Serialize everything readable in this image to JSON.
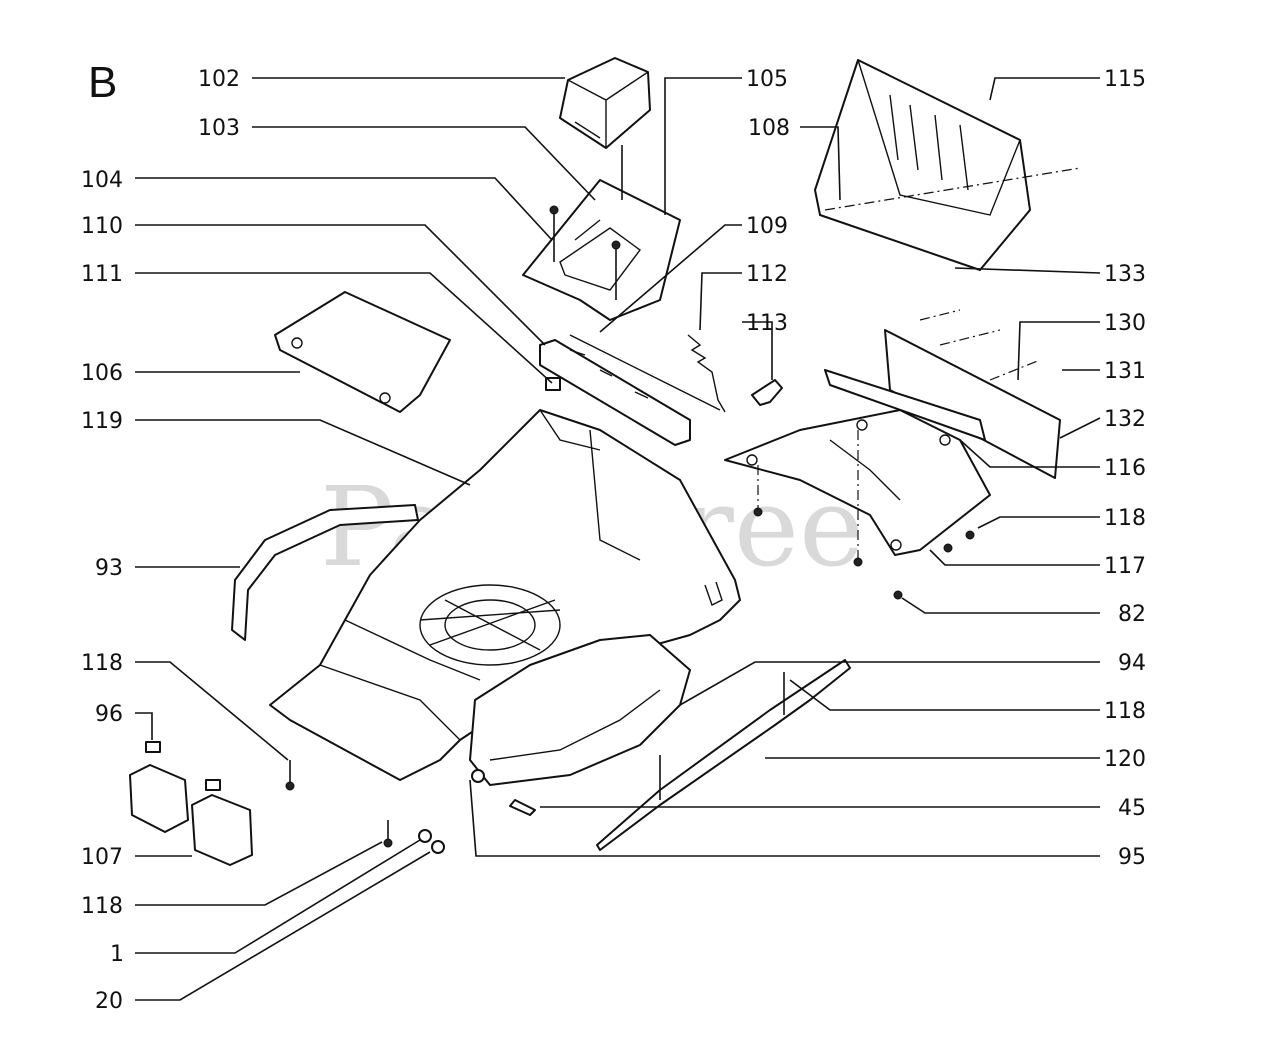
{
  "section_label": "B",
  "watermark": "PartsTree",
  "labels": {
    "l102": "102",
    "l103": "103",
    "l104": "104",
    "l110": "110",
    "l111": "111",
    "l106": "106",
    "l119": "119",
    "l93": "93",
    "l118a": "118",
    "l96": "96",
    "l107": "107",
    "l118b": "118",
    "l1": "1",
    "l20": "20",
    "l105": "105",
    "l109": "109",
    "l112": "112",
    "l113": "113",
    "l108": "108",
    "l115": "115",
    "l133": "133",
    "l130": "130",
    "l131": "131",
    "l132": "132",
    "l116": "116",
    "l118c": "118",
    "l117": "117",
    "l82": "82",
    "l94": "94",
    "l118d": "118",
    "l120": "120",
    "l45": "45",
    "l95": "95"
  }
}
